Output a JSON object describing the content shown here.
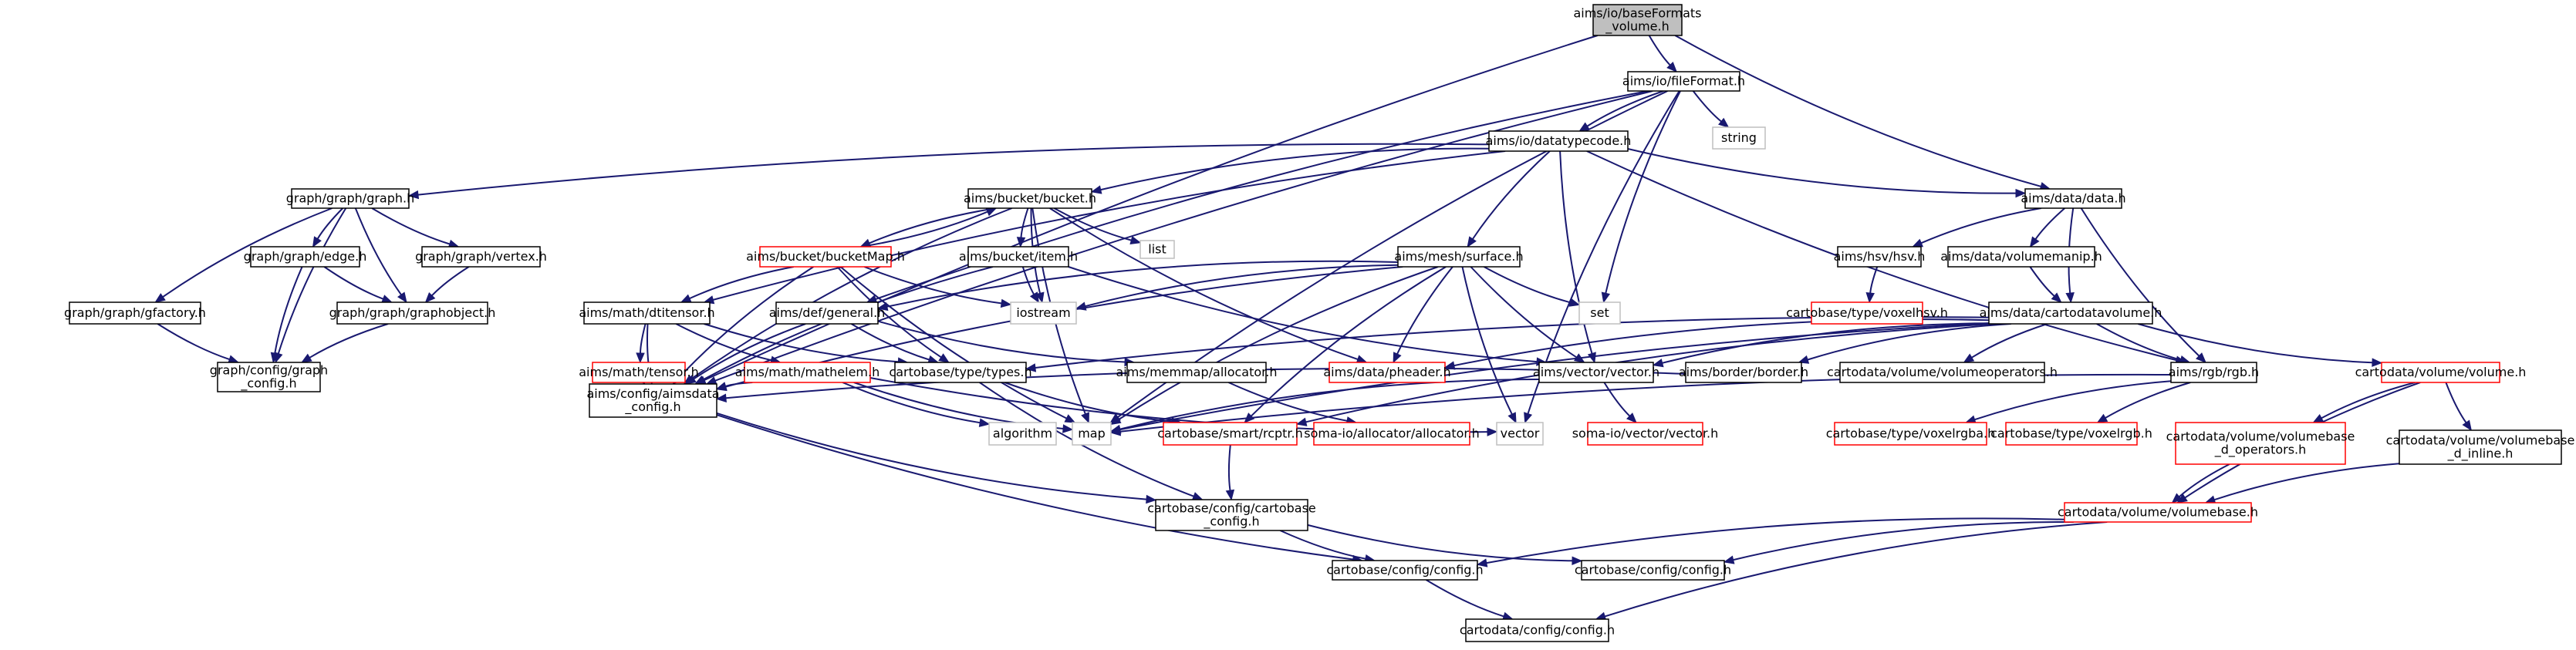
{
  "graph": {
    "nodes": [
      {
        "id": "base",
        "lines": [
          "aims/io/baseFormats",
          "_volume.h"
        ],
        "style": "root"
      },
      {
        "id": "fileformat",
        "lines": [
          "aims/io/fileFormat.h"
        ],
        "style": "normal"
      },
      {
        "id": "string",
        "lines": [
          "string"
        ],
        "style": "external"
      },
      {
        "id": "datatypecode",
        "lines": [
          "aims/io/datatypecode.h"
        ],
        "style": "normal"
      },
      {
        "id": "data",
        "lines": [
          "aims/data/data.h"
        ],
        "style": "normal"
      },
      {
        "id": "graph",
        "lines": [
          "graph/graph/graph.h"
        ],
        "style": "normal"
      },
      {
        "id": "bucket",
        "lines": [
          "aims/bucket/bucket.h"
        ],
        "style": "normal"
      },
      {
        "id": "list",
        "lines": [
          "list"
        ],
        "style": "external"
      },
      {
        "id": "surface",
        "lines": [
          "aims/mesh/surface.h"
        ],
        "style": "normal"
      },
      {
        "id": "edge",
        "lines": [
          "graph/graph/edge.h"
        ],
        "style": "normal"
      },
      {
        "id": "vertex",
        "lines": [
          "graph/graph/vertex.h"
        ],
        "style": "normal"
      },
      {
        "id": "bucketmap",
        "lines": [
          "aims/bucket/bucketMap.h"
        ],
        "style": "missing"
      },
      {
        "id": "item",
        "lines": [
          "aims/bucket/item.h"
        ],
        "style": "normal"
      },
      {
        "id": "hsv",
        "lines": [
          "aims/hsv/hsv.h"
        ],
        "style": "normal"
      },
      {
        "id": "volumemanip",
        "lines": [
          "aims/data/volumemanip.h"
        ],
        "style": "normal"
      },
      {
        "id": "gfactory",
        "lines": [
          "graph/graph/gfactory.h"
        ],
        "style": "normal"
      },
      {
        "id": "graphobject",
        "lines": [
          "graph/graph/graphobject.h"
        ],
        "style": "normal"
      },
      {
        "id": "dtitensor",
        "lines": [
          "aims/math/dtitensor.h"
        ],
        "style": "normal"
      },
      {
        "id": "iostream",
        "lines": [
          "iostream"
        ],
        "style": "external"
      },
      {
        "id": "general",
        "lines": [
          "aims/def/general.h"
        ],
        "style": "normal"
      },
      {
        "id": "set",
        "lines": [
          "set"
        ],
        "style": "external"
      },
      {
        "id": "voxelhsv",
        "lines": [
          "cartobase/type/voxelhsv.h"
        ],
        "style": "missing"
      },
      {
        "id": "cartodatavolume",
        "lines": [
          "aims/data/cartodatavolume.h"
        ],
        "style": "normal"
      },
      {
        "id": "graphconfig",
        "lines": [
          "graph/config/graph",
          "_config.h"
        ],
        "style": "normal"
      },
      {
        "id": "tensor",
        "lines": [
          "aims/math/tensor.h"
        ],
        "style": "missing"
      },
      {
        "id": "mathelem",
        "lines": [
          "aims/math/mathelem.h"
        ],
        "style": "missing"
      },
      {
        "id": "types",
        "lines": [
          "cartobase/type/types.h"
        ],
        "style": "normal"
      },
      {
        "id": "allocator",
        "lines": [
          "aims/memmap/allocator.h"
        ],
        "style": "normal"
      },
      {
        "id": "pheader",
        "lines": [
          "aims/data/pheader.h"
        ],
        "style": "missing"
      },
      {
        "id": "vectorh",
        "lines": [
          "aims/vector/vector.h"
        ],
        "style": "normal"
      },
      {
        "id": "border",
        "lines": [
          "aims/border/border.h"
        ],
        "style": "normal"
      },
      {
        "id": "volumeoperators",
        "lines": [
          "cartodata/volume/volumeoperators.h"
        ],
        "style": "normal"
      },
      {
        "id": "rgb",
        "lines": [
          "aims/rgb/rgb.h"
        ],
        "style": "normal"
      },
      {
        "id": "volume",
        "lines": [
          "cartodata/volume/volume.h"
        ],
        "style": "missing"
      },
      {
        "id": "aimsdata",
        "lines": [
          "aims/config/aimsdata",
          "_config.h"
        ],
        "style": "normal"
      },
      {
        "id": "algorithm",
        "lines": [
          "algorithm"
        ],
        "style": "external"
      },
      {
        "id": "map",
        "lines": [
          "map"
        ],
        "style": "external"
      },
      {
        "id": "rcptr",
        "lines": [
          "cartobase/smart/rcptr.h"
        ],
        "style": "missing"
      },
      {
        "id": "somaalloc",
        "lines": [
          "soma-io/allocator/allocator.h"
        ],
        "style": "missing"
      },
      {
        "id": "vector",
        "lines": [
          "vector"
        ],
        "style": "external"
      },
      {
        "id": "somavector",
        "lines": [
          "soma-io/vector/vector.h"
        ],
        "style": "missing"
      },
      {
        "id": "voxelrgba",
        "lines": [
          "cartobase/type/voxelrgba.h"
        ],
        "style": "missing"
      },
      {
        "id": "voxelrgb",
        "lines": [
          "cartobase/type/voxelrgb.h"
        ],
        "style": "missing"
      },
      {
        "id": "vbdops",
        "lines": [
          "cartodata/volume/volumebase",
          "_d_operators.h"
        ],
        "style": "missing"
      },
      {
        "id": "vbdinline",
        "lines": [
          "cartodata/volume/volumebase",
          "_d_inline.h"
        ],
        "style": "normal"
      },
      {
        "id": "cartobaseconfig",
        "lines": [
          "cartobase/config/cartobase",
          "_config.h"
        ],
        "style": "normal"
      },
      {
        "id": "volumebase",
        "lines": [
          "cartodata/volume/volumebase.h"
        ],
        "style": "missing"
      },
      {
        "id": "cbconfig1",
        "lines": [
          "cartobase/config/config.h"
        ],
        "style": "normal"
      },
      {
        "id": "cbconfig2",
        "lines": [
          "cartobase/config/config.h"
        ],
        "style": "normal"
      },
      {
        "id": "cdconfig",
        "lines": [
          "cartodata/config/config.h"
        ],
        "style": "normal"
      }
    ]
  }
}
